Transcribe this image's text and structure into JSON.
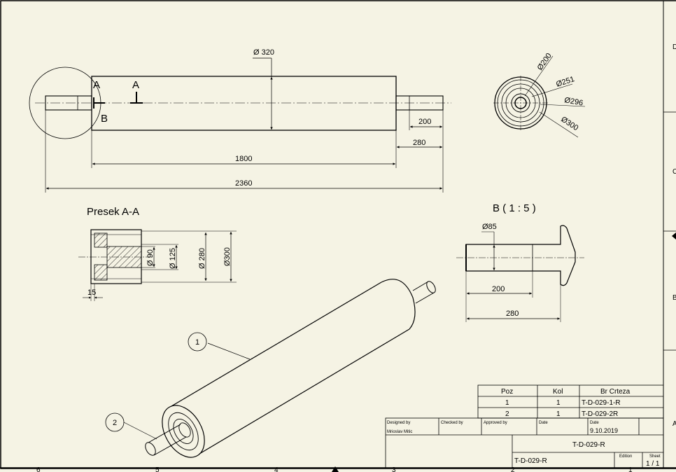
{
  "colors": {
    "paper": "#f5f3e4",
    "line": "#000000"
  },
  "main_view": {
    "dia_body": "Ø 320",
    "len_2360": "2360",
    "len_1800": "1800",
    "len_280": "280",
    "len_200": "200",
    "section_mark": "A",
    "detail_mark": "B"
  },
  "end_view": {
    "d200": "Ø200",
    "d251": "Ø251",
    "d296": "Ø296",
    "d300": "Ø300"
  },
  "section": {
    "title": "Presek A-A",
    "d90": "Ø 90",
    "d125": "Ø 125",
    "d280": "Ø 280",
    "d300": "Ø300",
    "w15": "15"
  },
  "detail": {
    "title": "B ( 1 : 5 )",
    "d85": "Ø85",
    "len200": "200",
    "len280": "280"
  },
  "balloons": [
    "1",
    "2"
  ],
  "parts_list": {
    "headers": [
      "Poz",
      "Kol",
      "Br Crteza"
    ],
    "rows": [
      [
        "1",
        "1",
        "T-D-029-1-R"
      ],
      [
        "2",
        "1",
        "T-D-029-2R"
      ]
    ]
  },
  "title_block": {
    "designed_by_label": "Designed by",
    "designed_by": "Mrioslav Mitic",
    "checked_by_label": "Checked by",
    "approved_by_label": "Approved by",
    "date_label": "Date",
    "date_label_2": "Date",
    "date": "9.10.2019",
    "title": "T-D-029-R",
    "drawing_no": "T-D-029-R",
    "edition_label": "Edition",
    "sheet_label": "Sheet",
    "sheet": "1 / 1"
  },
  "border": {
    "zones_right": [
      "D",
      "C",
      "B",
      "A"
    ],
    "zones_bottom": [
      "6",
      "5",
      "4",
      "3",
      "2",
      "1"
    ]
  }
}
